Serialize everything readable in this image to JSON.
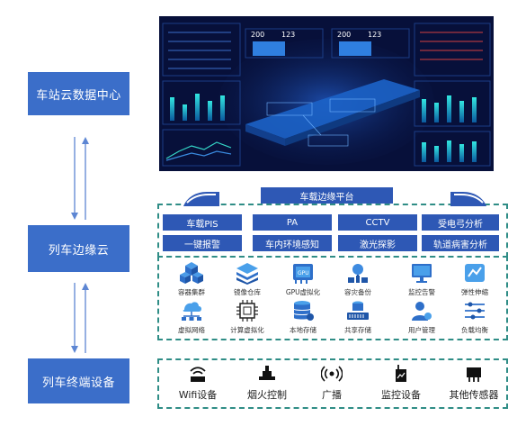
{
  "tiers": [
    {
      "label": "车站云数据中心"
    },
    {
      "label": "列车边缘云"
    },
    {
      "label": "列车终端设备"
    }
  ],
  "dashboard": {
    "stat_values": [
      "200",
      "123",
      "200",
      "123"
    ]
  },
  "edge": {
    "platform_label": "车载边缘平台",
    "apps": [
      "车载PIS",
      "PA",
      "CCTV",
      "受电弓分析",
      "一键报警",
      "车内环境感知",
      "激光探影",
      "轨道病害分析"
    ]
  },
  "services": [
    {
      "label": "容器集群",
      "icon": "cubes-icon"
    },
    {
      "label": "镜像仓库",
      "icon": "layers-icon"
    },
    {
      "label": "GPU虚拟化",
      "icon": "gpu-icon"
    },
    {
      "label": "容灾备份",
      "icon": "backup-icon"
    },
    {
      "label": "监控告警",
      "icon": "monitor-icon"
    },
    {
      "label": "弹性伸缩",
      "icon": "scale-icon"
    },
    {
      "label": "虚拟网络",
      "icon": "network-icon"
    },
    {
      "label": "计算虚拟化",
      "icon": "chip-icon"
    },
    {
      "label": "本地存储",
      "icon": "database-icon"
    },
    {
      "label": "共享存储",
      "icon": "shared-storage-icon"
    },
    {
      "label": "用户管理",
      "icon": "user-icon"
    },
    {
      "label": "负载均衡",
      "icon": "sliders-icon"
    }
  ],
  "devices": [
    {
      "label": "Wifi设备",
      "icon": "wifi-router-icon"
    },
    {
      "label": "烟火控制",
      "icon": "smoke-detector-icon"
    },
    {
      "label": "广播",
      "icon": "broadcast-icon"
    },
    {
      "label": "监控设备",
      "icon": "monitoring-device-icon"
    },
    {
      "label": "其他传感器",
      "icon": "sensor-icon"
    }
  ],
  "colors": {
    "tier_blue": "#3b6ec9",
    "button_blue": "#2e58b5",
    "dash_border": "#2f8d86",
    "dashboard_bg": "#07103a"
  }
}
